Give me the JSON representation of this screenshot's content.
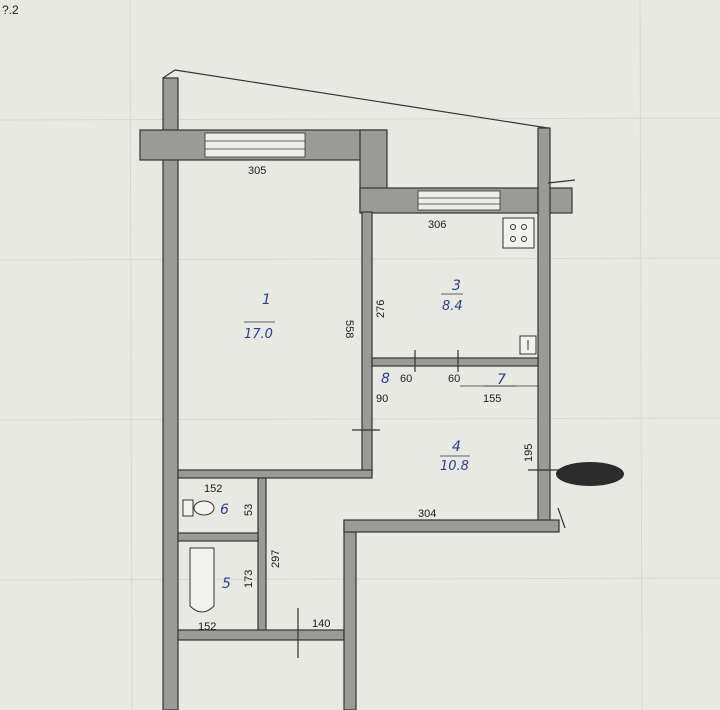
{
  "corner_label": "?.2",
  "rooms": [
    {
      "id": "1",
      "area": "17.0"
    },
    {
      "id": "3",
      "area": "8.4"
    },
    {
      "id": "4",
      "area": "10.8"
    },
    {
      "id": "5"
    },
    {
      "id": "6"
    },
    {
      "id": "7"
    },
    {
      "id": "8"
    }
  ],
  "dimensions": {
    "d305": "305",
    "d306": "306",
    "d276": "276",
    "d558": "558",
    "d60a": "60",
    "d60b": "60",
    "d90": "90",
    "d155": "155",
    "d195": "195",
    "d304": "304",
    "d152a": "152",
    "d53": "53",
    "d297": "297",
    "d173": "173",
    "d152b": "152",
    "d140": "140"
  },
  "colors": {
    "wall": "#9a9a96",
    "paper": "#e9e9e3",
    "ink_blue": "#2a3f8f",
    "redaction": "#2b2b2b"
  },
  "icons": [
    "stove-icon",
    "toilet-icon",
    "bathtub-icon",
    "sink-icon"
  ]
}
